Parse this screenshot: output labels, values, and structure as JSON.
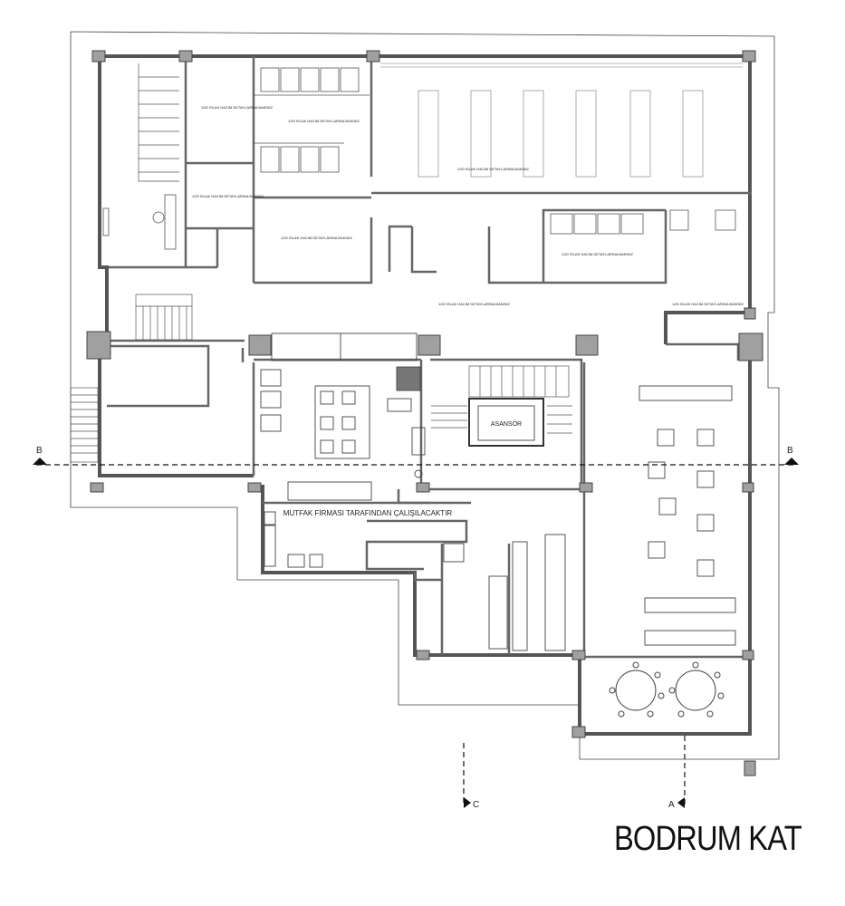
{
  "title": "BODRUM KAT",
  "kitchen_note": "MUTFAK FİRMASI TARAFINDAN ÇALIŞILACAKTIR",
  "elevator_label": "ASANSÖR",
  "section_marks": {
    "b": "B",
    "a": "A",
    "c": "C"
  },
  "detail_notes": [
    "1/20 ISLAK HACIM DETAYLARINA BAKINIZ",
    "1/20 ISLAK HACIM DETAYLARINA BAKINIZ",
    "1/20 ISLAK HACIM DETAYLARINA BAKINIZ",
    "1/20 ISLAK HACIM DETAYLARINA BAKINIZ",
    "1/20 ISLAK HACIM DETAYLARINA BAKINIZ",
    "1/20 ISLAK HACIM DETAYLARINA BAKINIZ",
    "1/20 ISLAK HACIM DETAYLARINA BAKINIZ",
    "1/20 ISLAK HACIM DETAYLARINA BAKINIZ"
  ],
  "colors": {
    "wall": "#555555",
    "line": "#333333",
    "pillar": "#9a9a9a"
  }
}
